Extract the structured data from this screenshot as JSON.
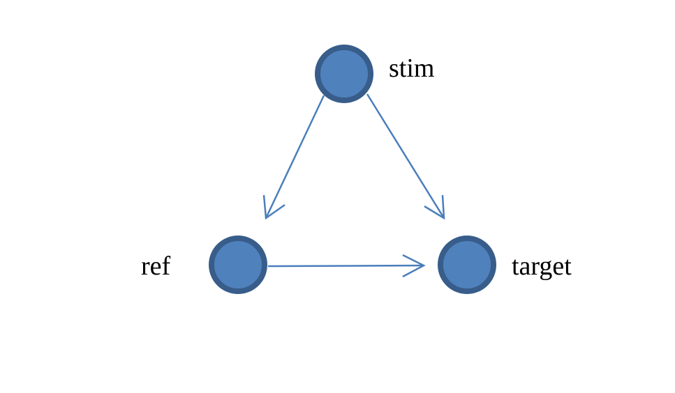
{
  "nodes": {
    "stim": {
      "label": "stim"
    },
    "ref": {
      "label": "ref"
    },
    "target": {
      "label": "target"
    }
  },
  "edges": [
    {
      "from": "stim",
      "to": "ref"
    },
    {
      "from": "stim",
      "to": "target"
    },
    {
      "from": "ref",
      "to": "target"
    }
  ],
  "colors": {
    "node_fill": "#4f81bd",
    "node_stroke": "#385d8a",
    "edge": "#4a7ebb"
  }
}
